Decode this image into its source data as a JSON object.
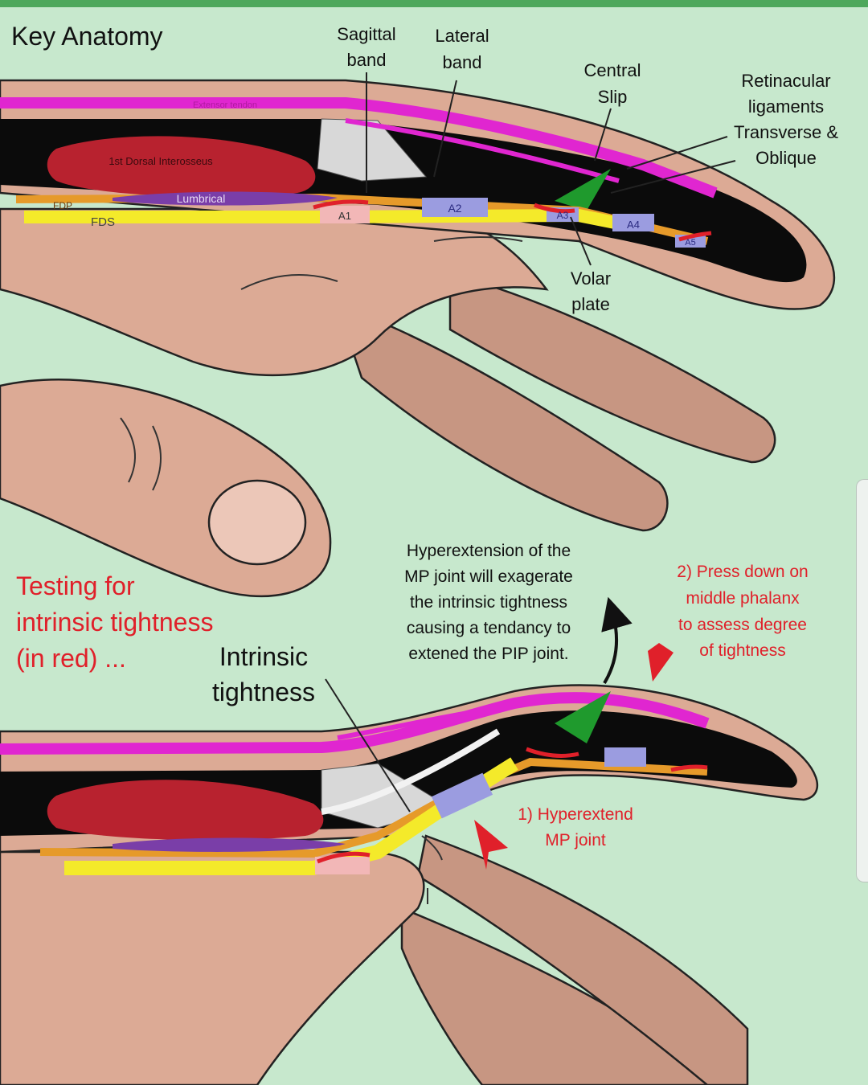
{
  "top": {
    "title": "Key Anatomy",
    "labels": {
      "sagittal_band": [
        "Sagittal",
        "band"
      ],
      "lateral_band": [
        "Lateral",
        "band"
      ],
      "central_slip": [
        "Central",
        "Slip"
      ],
      "retinacular": [
        "Retinacular",
        "ligaments",
        "Transverse &",
        "Oblique"
      ],
      "volar_plate": [
        "Volar",
        "plate"
      ]
    },
    "structures": {
      "extensor_tendon": "Extensor tendon",
      "dorsal_interosseus": "1st Dorsal Interosseus",
      "lumbrical": "Lumbrical",
      "fdp": "FDP",
      "fds": "FDS",
      "pulleys": [
        "A1",
        "A2",
        "A3",
        "A4",
        "A5"
      ]
    }
  },
  "bottom": {
    "heading": [
      "Testing for",
      "intrinsic tightness",
      "(in red) ..."
    ],
    "intrinsic_label": [
      "Intrinsic",
      "tightness"
    ],
    "note": [
      "Hyperextension of the",
      "MP joint will exagerate",
      "the intrinsic tightness",
      "causing a tendancy to",
      "extened the PIP joint."
    ],
    "step2": [
      "2) Press down on",
      "middle phalanx",
      "to assess degree",
      "of tightness"
    ],
    "step1": [
      "1) Hyperextend",
      "MP joint"
    ]
  },
  "colors": {
    "background": "#c7e8cd",
    "skin": "#dcaa95",
    "skin_dark": "#c79682",
    "extensor": "#e026d0",
    "muscle": "#b8222f",
    "lumbrical": "#7a3ea8",
    "fds": "#f4ea2a",
    "fdp": "#e69a2a",
    "pulley": "#9b9ce0",
    "retinacular": "#1f9a2d",
    "annotation_red": "#e0202a"
  }
}
